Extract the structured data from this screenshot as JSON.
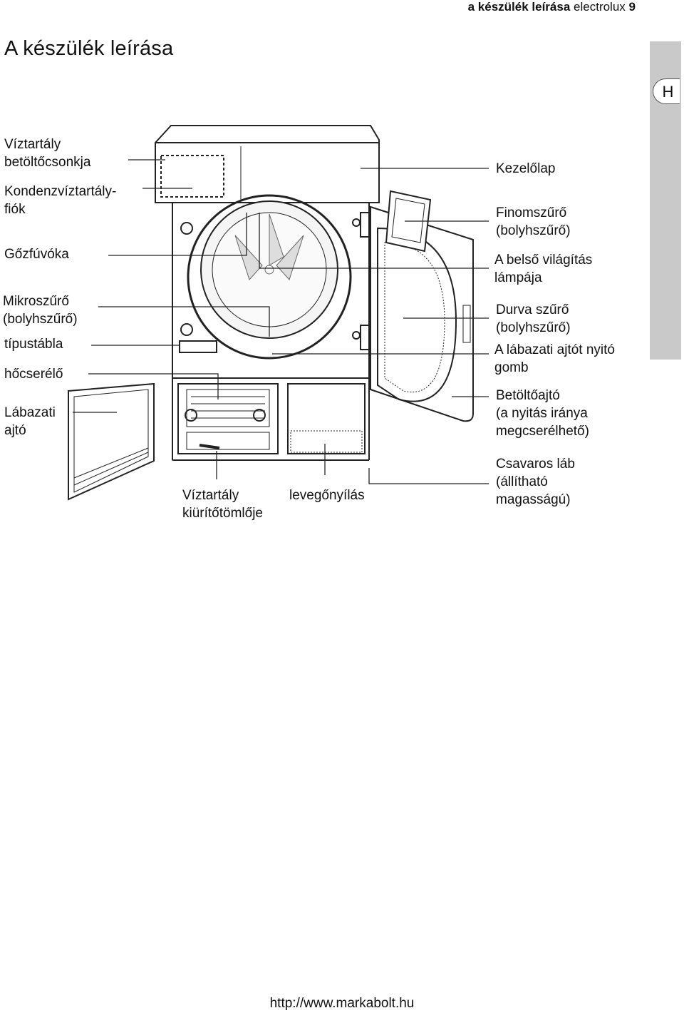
{
  "header": {
    "section": "a készülék leírása",
    "brand": "electrolux",
    "page_number": "9"
  },
  "page_title": "A készülék leírása",
  "side_tab": "H",
  "labels": {
    "left": [
      "Víztartály\nbetöltőcsonkja",
      "Kondenzvíztartály-\nfiók",
      "Gőzfúvóka",
      "Mikroszűrő\n(bolyhszűrő)",
      "típustábla",
      "hőcserélő",
      "Lábazati\najtó"
    ],
    "right": [
      "Kezelőlap",
      "Finomszűrő\n(bolyhszűrő)",
      "A belső világítás\nlámpája",
      "Durva szűrő\n(bolyhszűrő)",
      "A lábazati ajtót nyitó\ngomb",
      "Betöltőajtó\n(a nyitás iránya\nmegcserélhető)",
      "Csavaros láb\n(állítható\nmagasságú)"
    ],
    "bottom": [
      "Víztartály\nkiürítőtömlője",
      "levegőnyílás"
    ]
  },
  "footer": "http://www.markabolt.hu"
}
